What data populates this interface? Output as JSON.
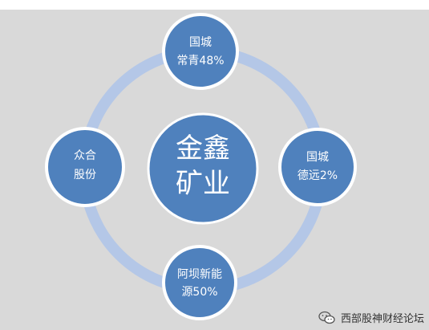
{
  "diagram": {
    "center": {
      "line1": "金鑫",
      "line2": "矿业"
    },
    "nodes": {
      "top": {
        "line1": "国城",
        "line2": "常青48%"
      },
      "right": {
        "line1": "国城",
        "line2": "德远2%"
      },
      "bottom": {
        "line1": "阿坝新能",
        "line2": "源50%"
      },
      "left": {
        "line1": "众合",
        "line2": "股份"
      }
    },
    "colors": {
      "background": "#d9d9d9",
      "ring": "#b4c7e7",
      "node_fill": "#4f81bd",
      "node_stroke": "#ffffff",
      "text": "#ffffff"
    }
  },
  "watermark": {
    "icon": "wechat-icon",
    "text": "西部股神财经论坛"
  }
}
